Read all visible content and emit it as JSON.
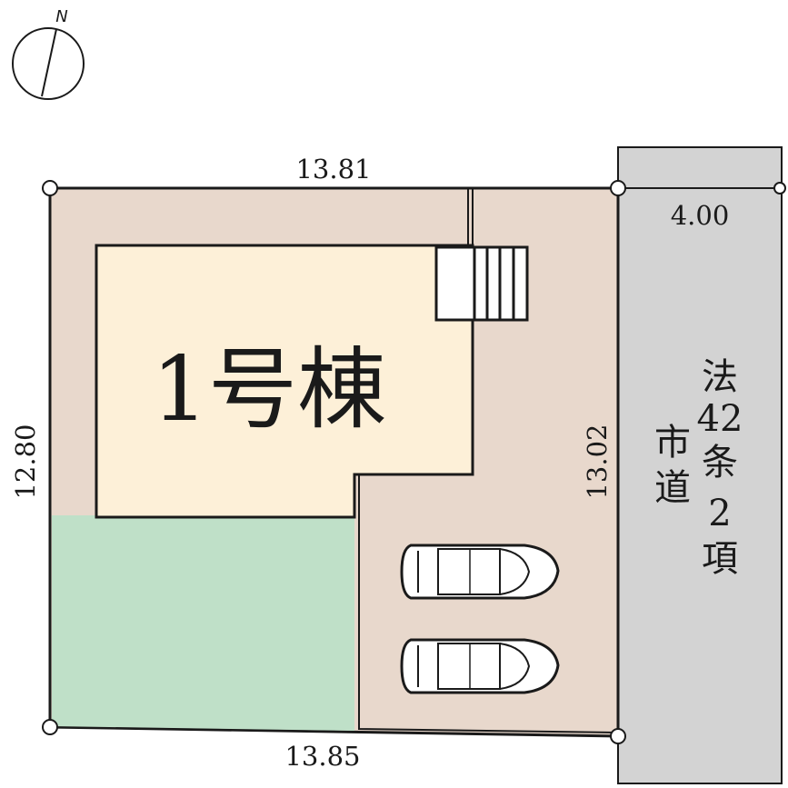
{
  "compass": {
    "label": "N"
  },
  "building": {
    "label": "1号棟"
  },
  "dimensions": {
    "top": "13.81",
    "bottom": "13.85",
    "left": "12.80",
    "right": "13.02",
    "road_width": "4.00"
  },
  "road": {
    "col1": [
      "法",
      "42",
      "条",
      "2",
      "項"
    ],
    "col2": [
      "市",
      "道"
    ]
  },
  "colors": {
    "lot": "#e8d8cc",
    "building": "#fdf0d8",
    "garden": "#bfe0c8",
    "road": "#d3d3d3",
    "line": "#1a1a1a"
  }
}
